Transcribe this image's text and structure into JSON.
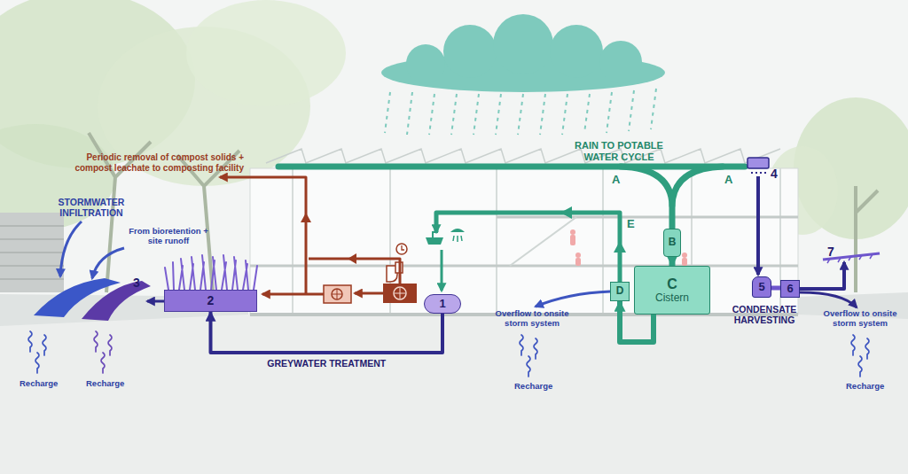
{
  "diagram": {
    "nodes": [
      {
        "text": [
          "2"
        ]
      },
      {
        "text": [
          "1"
        ]
      },
      {
        "text": [
          "B"
        ]
      },
      {
        "text": [
          "C",
          "Cistern"
        ]
      },
      {
        "text": [
          "D"
        ]
      },
      {
        "text": [
          "5"
        ]
      },
      {
        "text": [
          "6"
        ]
      }
    ],
    "edges": [
      {
        "from": 1,
        "to": 0,
        "label": "GREYWATER TREATMENT",
        "arrow": "to"
      },
      {
        "from": 2,
        "to": 3,
        "arrow": "to"
      },
      {
        "from": 3,
        "to": 4,
        "arrow": "to"
      },
      {
        "from": 5,
        "to": 6,
        "arrow": "none"
      }
    ],
    "labels": [
      "Periodic removal of compost solids + compost leachate to composting facility",
      "STORMWATER INFILTRATION",
      "From bioretention + site runoff",
      "3",
      "RAIN TO POTABLE WATER CYCLE",
      "A",
      "A",
      "4",
      "E",
      "Overflow to onsite storm system",
      "CONDENSATE HARVESTING",
      "Overflow to onsite storm system",
      "7",
      "Recharge",
      "Recharge",
      "Recharge",
      "Recharge"
    ]
  }
}
